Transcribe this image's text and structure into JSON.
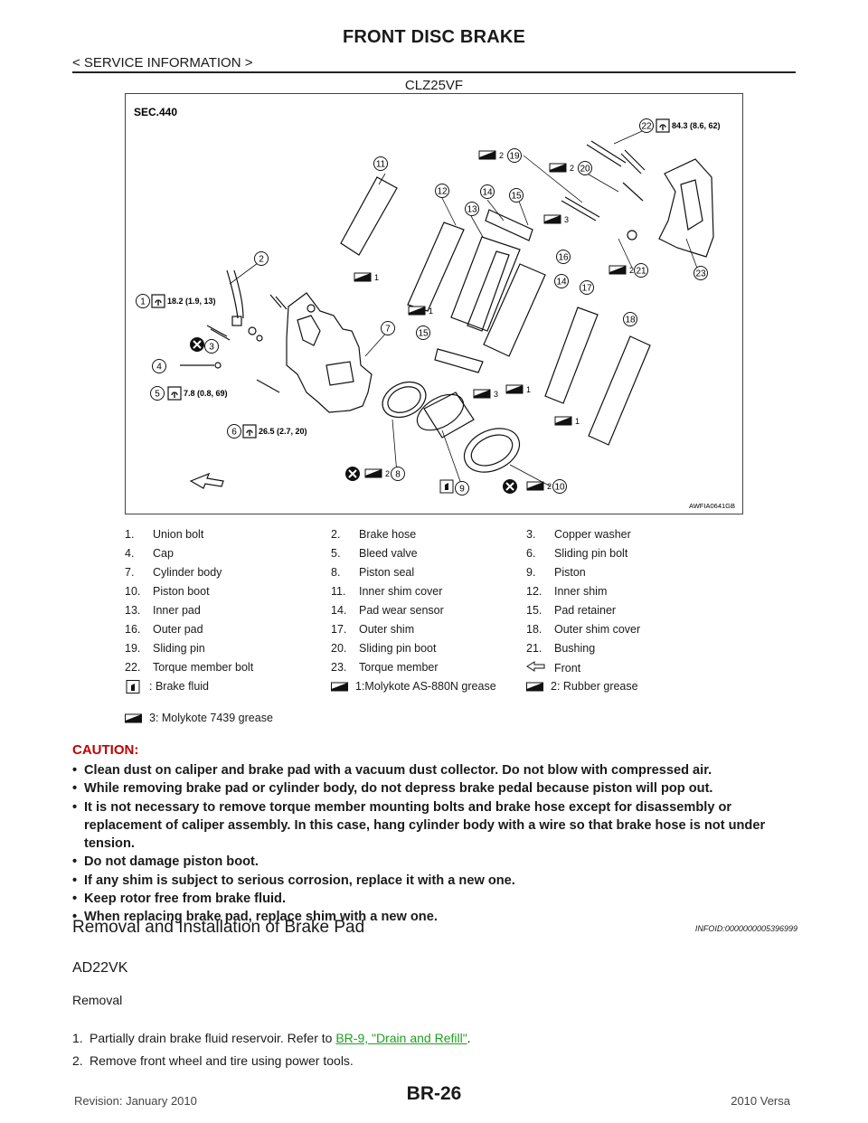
{
  "header": {
    "title": "FRONT DISC BRAKE",
    "section": "< SERVICE INFORMATION >",
    "variant": "CLZ25VF"
  },
  "figure": {
    "sec": "SEC.440",
    "code": "AWFIA0641GB",
    "torques": {
      "t1": "18.2 (1.9, 13)",
      "t5": "7.8 (0.8, 69)",
      "t6": "26.5 (2.7, 20)",
      "t22": "84.3 (8.6, 62)"
    },
    "callouts": [
      "1",
      "2",
      "3",
      "4",
      "5",
      "6",
      "7",
      "8",
      "9",
      "10",
      "11",
      "12",
      "13",
      "14",
      "15",
      "16",
      "17",
      "18",
      "19",
      "20",
      "21",
      "22",
      "23"
    ],
    "grease_marks": [
      "1",
      "2",
      "3"
    ]
  },
  "legend": {
    "rows": [
      [
        {
          "n": "1.",
          "t": "Union bolt"
        },
        {
          "n": "2.",
          "t": "Brake hose"
        },
        {
          "n": "3.",
          "t": "Copper washer"
        }
      ],
      [
        {
          "n": "4.",
          "t": "Cap"
        },
        {
          "n": "5.",
          "t": "Bleed valve"
        },
        {
          "n": "6.",
          "t": "Sliding pin bolt"
        }
      ],
      [
        {
          "n": "7.",
          "t": "Cylinder body"
        },
        {
          "n": "8.",
          "t": "Piston seal"
        },
        {
          "n": "9.",
          "t": "Piston"
        }
      ],
      [
        {
          "n": "10.",
          "t": "Piston boot"
        },
        {
          "n": "11.",
          "t": "Inner shim cover"
        },
        {
          "n": "12.",
          "t": "Inner shim"
        }
      ],
      [
        {
          "n": "13.",
          "t": "Inner pad"
        },
        {
          "n": "14.",
          "t": "Pad wear sensor"
        },
        {
          "n": "15.",
          "t": "Pad retainer"
        }
      ],
      [
        {
          "n": "16.",
          "t": "Outer pad"
        },
        {
          "n": "17.",
          "t": "Outer shim"
        },
        {
          "n": "18.",
          "t": "Outer shim cover"
        }
      ],
      [
        {
          "n": "19.",
          "t": "Sliding pin"
        },
        {
          "n": "20.",
          "t": "Sliding pin boot"
        },
        {
          "n": "21.",
          "t": "Bushing"
        }
      ],
      [
        {
          "n": "22.",
          "t": "Torque member bolt"
        },
        {
          "n": "23.",
          "t": "Torque member"
        },
        {
          "n": "",
          "t": "Front"
        }
      ]
    ],
    "symbols": {
      "fluid": ": Brake fluid",
      "grease1": "1:Molykote AS-880N grease",
      "grease2": "2: Rubber grease",
      "grease3": "3: Molykote 7439 grease"
    }
  },
  "caution": {
    "heading": "CAUTION:",
    "items": [
      "Clean dust on caliper and brake pad with a vacuum dust collector. Do not blow with compressed air.",
      "While removing brake pad or cylinder body, do not depress brake pedal because piston will pop out.",
      "It is not necessary to remove torque member mounting bolts and brake hose except for disassembly or replacement of caliper assembly. In this case, hang cylinder body with a wire so that brake hose is not under tension.",
      "Do not damage piston boot.",
      "If any shim is subject to serious corrosion, replace it with a new one.",
      "Keep rotor free from brake fluid.",
      "When replacing brake pad, replace shim with a new one."
    ]
  },
  "section2": {
    "title": "Removal and Installation of Brake Pad",
    "info_id": "INFOID:0000000005396999",
    "model": "AD22VK",
    "removal": "Removal",
    "step1_pre": "Partially drain brake fluid reservoir. Refer to ",
    "step1_link": "BR-9, \"Drain and Refill\"",
    "step1_post": ".",
    "step2": "Remove front wheel and tire using power tools.",
    "step_nums": [
      "1.",
      "2."
    ]
  },
  "footer": {
    "code": "BR-26",
    "revision": "Revision: January 2010",
    "model": "2010 Versa"
  }
}
